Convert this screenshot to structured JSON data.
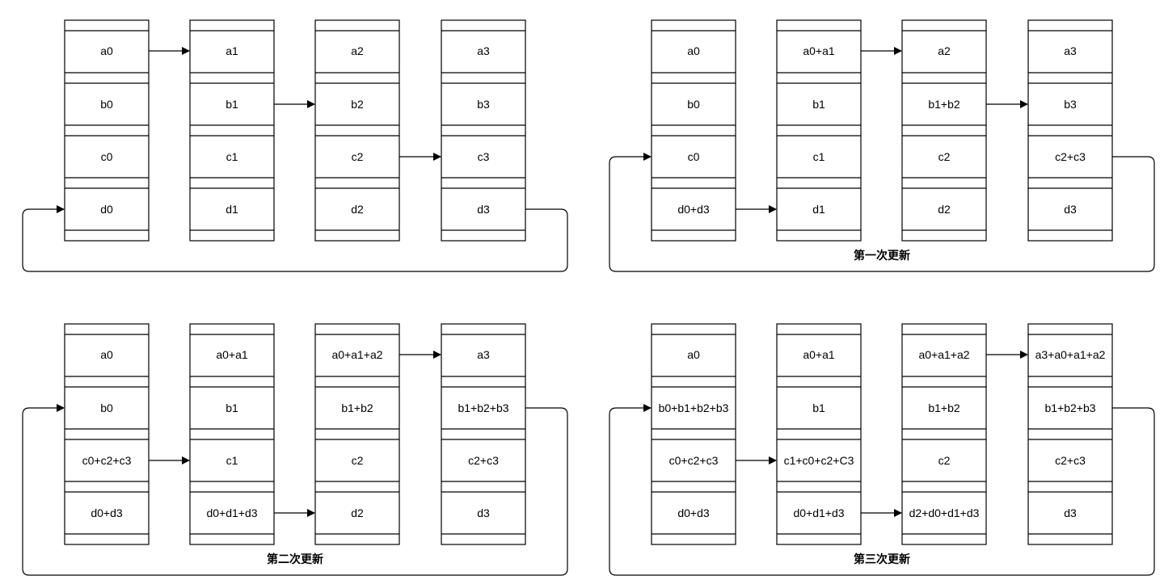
{
  "panels": [
    {
      "caption": "",
      "columns": [
        [
          "a0",
          "b0",
          "c0",
          "d0"
        ],
        [
          "a1",
          "b1",
          "c1",
          "d1"
        ],
        [
          "a2",
          "b2",
          "c2",
          "d2"
        ],
        [
          "a3",
          "b3",
          "c3",
          "d3"
        ]
      ],
      "arrows": [
        {
          "from_col": 0,
          "to_col": 1,
          "row": 0
        },
        {
          "from_col": 1,
          "to_col": 2,
          "row": 1
        },
        {
          "from_col": 2,
          "to_col": 3,
          "row": 2
        }
      ],
      "loop": {
        "from_col": 3,
        "from_row": 3,
        "to_col": 0,
        "to_row": 3
      }
    },
    {
      "caption": "第一次更新",
      "columns": [
        [
          "a0",
          "b0",
          "c0",
          "d0+d3"
        ],
        [
          "a0+a1",
          "b1",
          "c1",
          "d1"
        ],
        [
          "a2",
          "b1+b2",
          "c2",
          "d2"
        ],
        [
          "a3",
          "b3",
          "c2+c3",
          "d3"
        ]
      ],
      "arrows": [
        {
          "from_col": 1,
          "to_col": 2,
          "row": 0
        },
        {
          "from_col": 2,
          "to_col": 3,
          "row": 1
        },
        {
          "from_col": 0,
          "to_col": 1,
          "row": 3
        }
      ],
      "loop": {
        "from_col": 3,
        "from_row": 2,
        "to_col": 0,
        "to_row": 2
      }
    },
    {
      "caption": "第二次更新",
      "columns": [
        [
          "a0",
          "b0",
          "c0+c2+c3",
          "d0+d3"
        ],
        [
          "a0+a1",
          "b1",
          "c1",
          "d0+d1+d3"
        ],
        [
          "a0+a1+a2",
          "b1+b2",
          "c2",
          "d2"
        ],
        [
          "a3",
          "b1+b2+b3",
          "c2+c3",
          "d3"
        ]
      ],
      "arrows": [
        {
          "from_col": 2,
          "to_col": 3,
          "row": 0
        },
        {
          "from_col": 0,
          "to_col": 1,
          "row": 2
        },
        {
          "from_col": 1,
          "to_col": 2,
          "row": 3
        }
      ],
      "loop": {
        "from_col": 3,
        "from_row": 1,
        "to_col": 0,
        "to_row": 1
      }
    },
    {
      "caption": "第三次更新",
      "columns": [
        [
          "a0",
          "b0+b1+b2+b3",
          "c0+c2+c3",
          "d0+d3"
        ],
        [
          "a0+a1",
          "b1",
          "c1+c0+c2+C3",
          "d0+d1+d3"
        ],
        [
          "a0+a1+a2",
          "b1+b2",
          "c2",
          "d2+d0+d1+d3"
        ],
        [
          "a3+a0+a1+a2",
          "b1+b2+b3",
          "c2+c3",
          "d3"
        ]
      ],
      "arrows": [
        {
          "from_col": 2,
          "to_col": 3,
          "row": 0
        },
        {
          "from_col": 0,
          "to_col": 1,
          "row": 2
        },
        {
          "from_col": 1,
          "to_col": 2,
          "row": 3
        }
      ],
      "loop": {
        "from_col": 3,
        "from_row": 1,
        "to_col": 0,
        "to_row": 1
      }
    }
  ]
}
